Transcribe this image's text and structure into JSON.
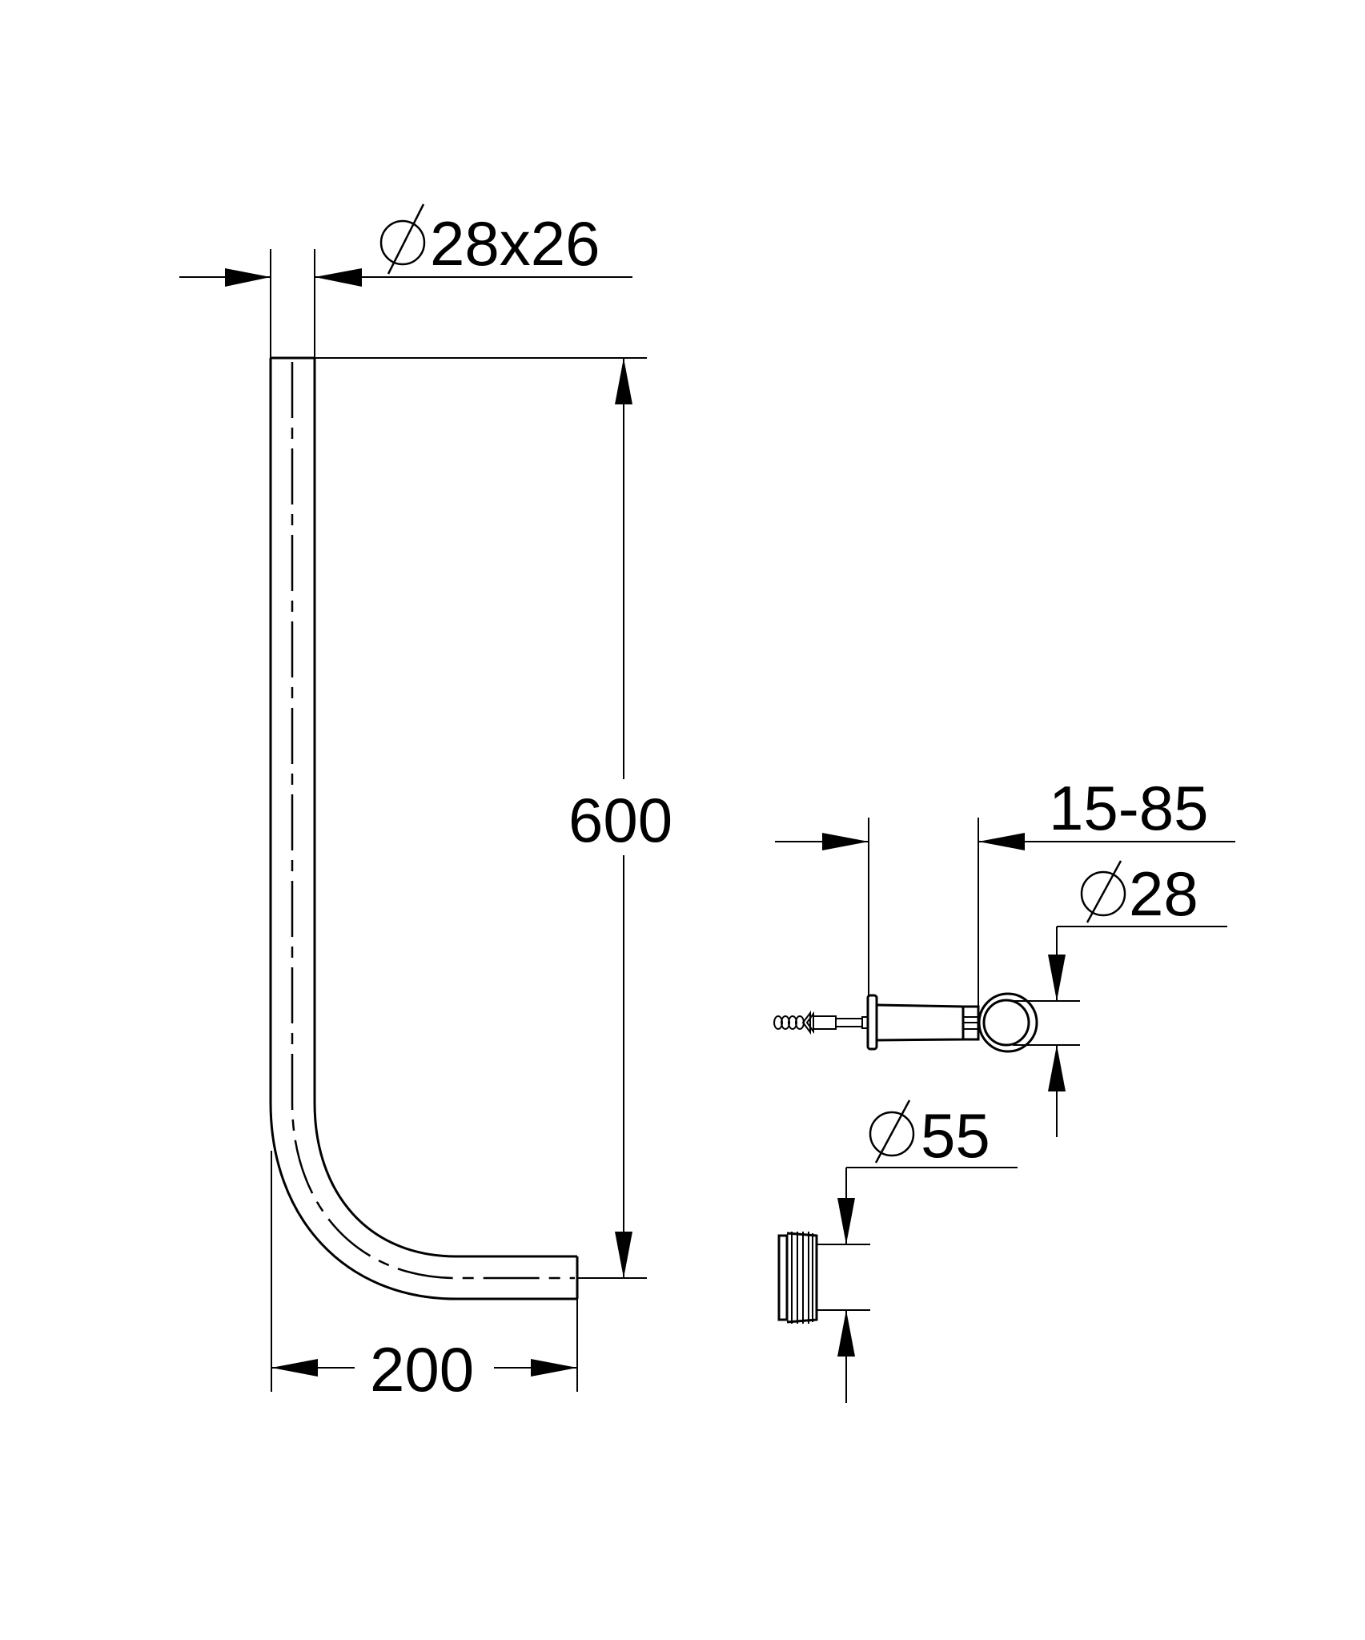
{
  "drawing": {
    "type": "technical-drawing",
    "line_color": "#000000",
    "background": "#ffffff"
  },
  "pipe": {
    "diameter_label": "28x26",
    "height_label": "600",
    "width_label": "200"
  },
  "wall_clip": {
    "range_label": "15-85",
    "diameter_label": "28"
  },
  "fitting": {
    "diameter_label": "55"
  },
  "icons": {
    "diameter_symbol": "diameter-symbol"
  }
}
